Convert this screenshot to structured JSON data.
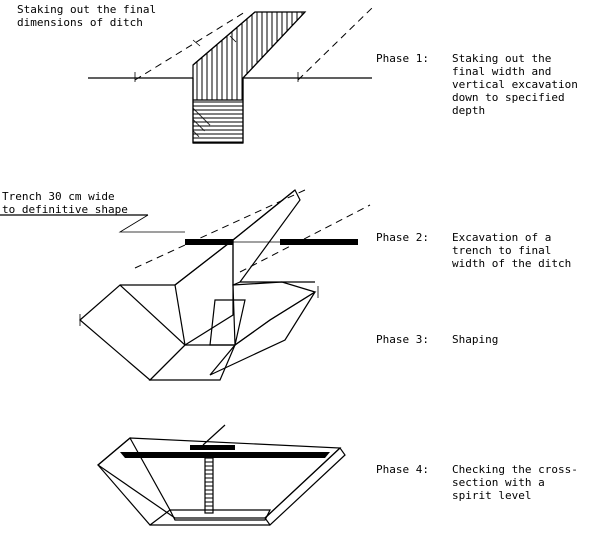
{
  "annotations": {
    "staking_line1": "Staking out the final",
    "staking_line2": "dimensions of ditch",
    "trench_line1": "Trench 30 cm wide",
    "trench_line2": "to definitive shape"
  },
  "phases": [
    {
      "label": "Phase 1:",
      "lines": [
        "Staking out the",
        "final width and",
        "vertical excavation",
        "down to specified",
        "depth"
      ]
    },
    {
      "label": "Phase 2:",
      "lines": [
        "Excavation of a",
        "trench to final",
        "width of the ditch"
      ]
    },
    {
      "label": "Phase 3:",
      "lines": [
        "Shaping"
      ]
    },
    {
      "label": "Phase 4:",
      "lines": [
        "Checking the cross-",
        "section with a",
        "spirit level"
      ]
    }
  ]
}
